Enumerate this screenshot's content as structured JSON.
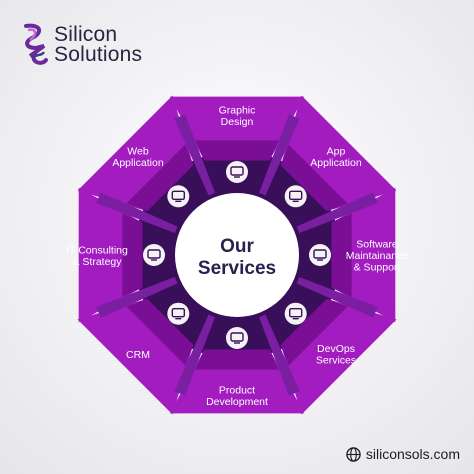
{
  "brand": {
    "line1": "Silicon",
    "line2": "Solutions"
  },
  "center": {
    "line1": "Our",
    "line2": "Services"
  },
  "services": [
    {
      "lines": [
        "Graphic",
        "Design"
      ],
      "icon": "graphic-design-icon"
    },
    {
      "lines": [
        "App",
        "Application"
      ],
      "icon": "mobile-app-icon"
    },
    {
      "lines": [
        "Software",
        "Maintainance",
        "& Support"
      ],
      "icon": "software-support-icon"
    },
    {
      "lines": [
        "DevOps",
        "Services"
      ],
      "icon": "devops-icon"
    },
    {
      "lines": [
        "Product",
        "Development"
      ],
      "icon": "product-development-icon"
    },
    {
      "lines": [
        "CRM"
      ],
      "icon": "crm-icon"
    },
    {
      "lines": [
        "IT Consulting",
        "& Strategy"
      ],
      "icon": "it-consulting-icon"
    },
    {
      "lines": [
        "Web",
        "Application"
      ],
      "icon": "web-application-icon"
    }
  ],
  "footer": {
    "url": "siliconsols.com",
    "icon": "globe-icon"
  },
  "colors": {
    "segment": "#a21cc0",
    "segment_dark": "#7a0f95",
    "ring": "#3a0f5a",
    "spoke": "#7b1fa2",
    "center_text": "#2b2150"
  }
}
